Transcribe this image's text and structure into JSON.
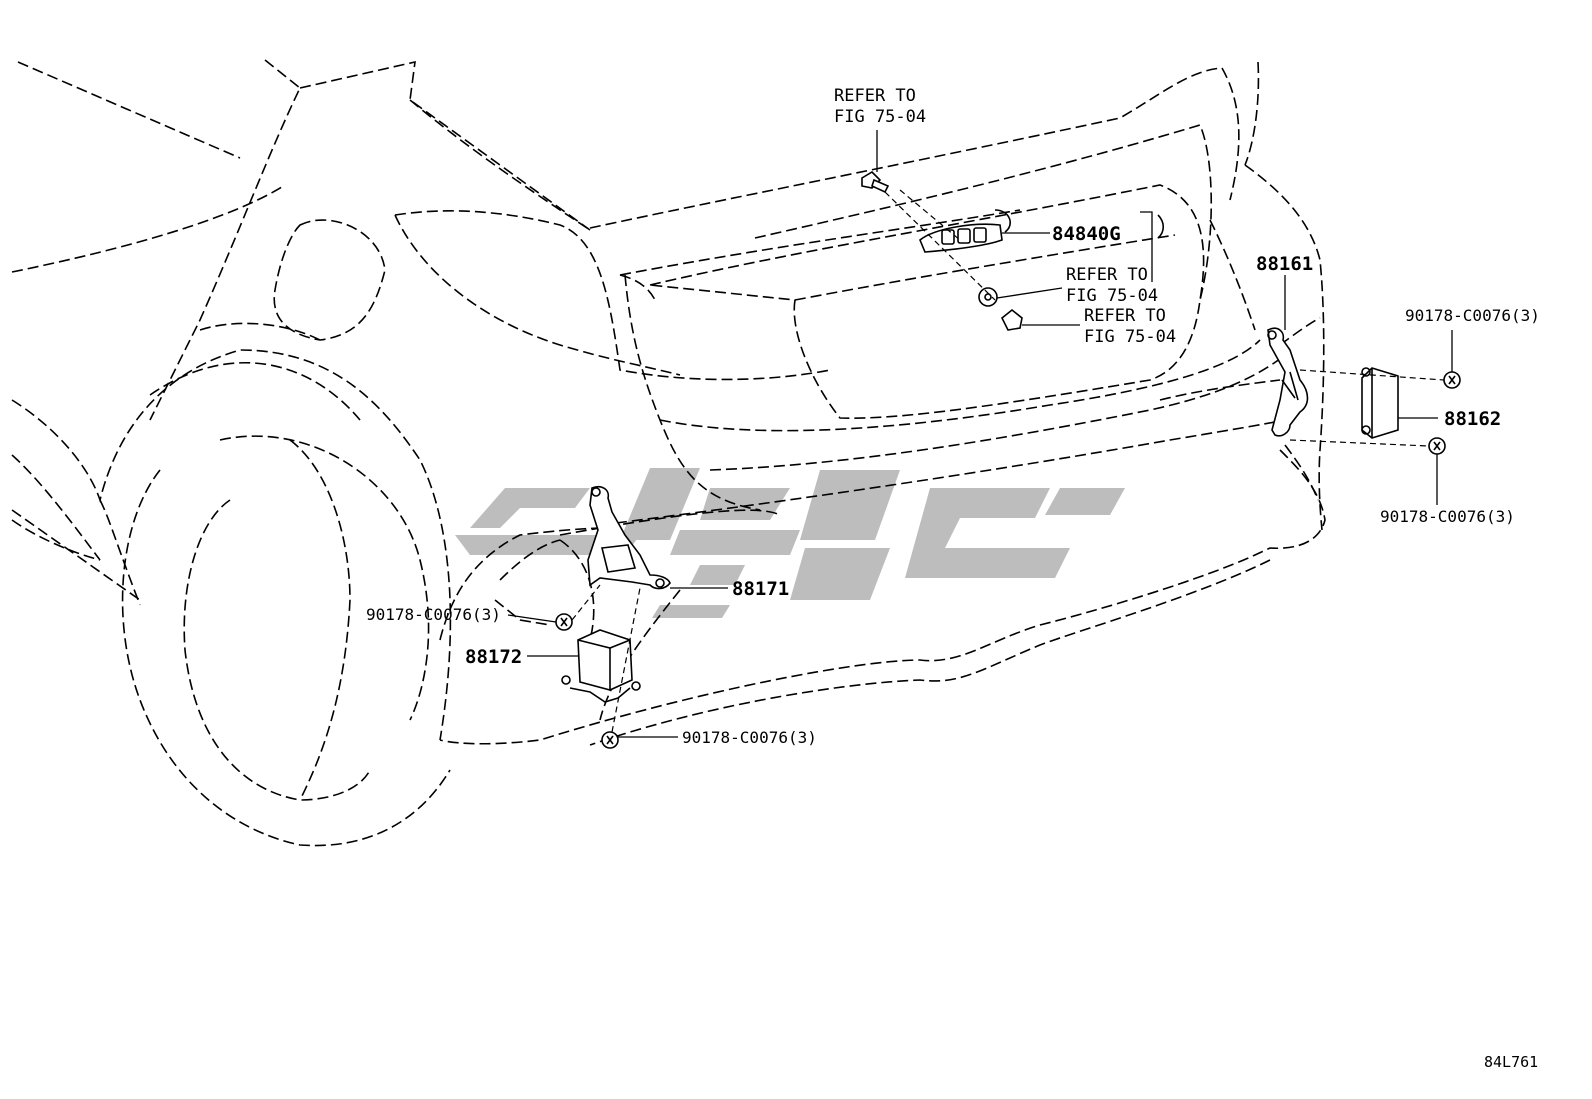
{
  "callouts": {
    "refer_1_line1": "REFER TO",
    "refer_1_line2": "FIG 75-04",
    "refer_2_line1": "REFER TO",
    "refer_2_line2": "FIG 75-04",
    "refer_3_line1": "REFER TO",
    "refer_3_line2": "FIG 75-04"
  },
  "parts": {
    "p84840G": "84840G",
    "p88161": "88161",
    "p88162": "88162",
    "p88171": "88171",
    "p88172": "88172",
    "bolt_top_right": "90178-C0076(3)",
    "bolt_bottom_right": "90178-C0076(3)",
    "bolt_left": "90178-C0076(3)",
    "bolt_bottom_left": "90178-C0076(3)"
  },
  "figure_code": "84L761",
  "colors": {
    "lines": "#000000",
    "watermark": "#bdbdbd",
    "background": "#ffffff"
  }
}
